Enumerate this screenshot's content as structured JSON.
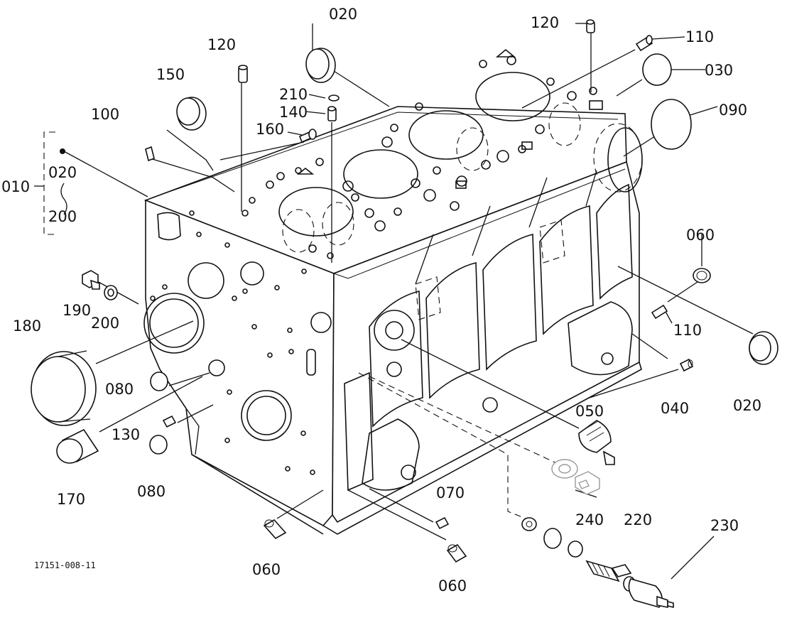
{
  "figure_code": "17151-008-11",
  "callouts": {
    "c010": "010",
    "c020_top": "020",
    "c020_bracket": "020",
    "c020_right": "020",
    "c030": "030",
    "c040": "040",
    "c050": "050",
    "c060_right": "060",
    "c060_bottom_left": "060",
    "c060_bottom_mid": "060",
    "c070": "070",
    "c080_upper": "080",
    "c080_lower": "080",
    "c090": "090",
    "c100": "100",
    "c110_top": "110",
    "c110_right": "110",
    "c120_left": "120",
    "c120_right": "120",
    "c130": "130",
    "c140": "140",
    "c150": "150",
    "c160": "160",
    "c170": "170",
    "c180": "180",
    "c190": "190",
    "c200_washer": "200",
    "c200_bracket": "200",
    "c210": "210",
    "c220": "220",
    "c230": "230",
    "c240": "240"
  }
}
